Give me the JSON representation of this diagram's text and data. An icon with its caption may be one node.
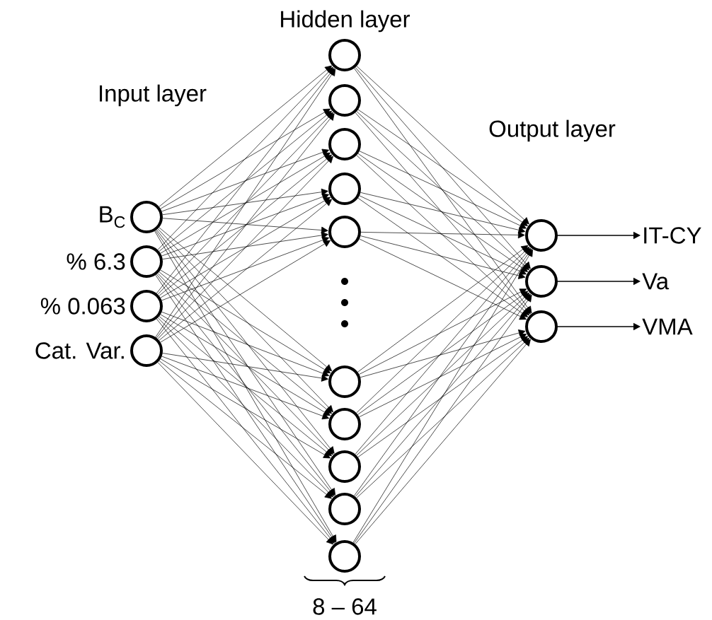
{
  "diagram": {
    "nodes": [
      {
        "text": [],
        "shape": "circle",
        "beside": [
          "B$_{C}$"
        ]
      },
      {
        "text": [],
        "shape": "circle",
        "beside": [
          "% 6.3"
        ]
      },
      {
        "text": [],
        "shape": "circle",
        "beside": [
          "% 0.063"
        ]
      },
      {
        "text": [],
        "shape": "circle",
        "beside": [
          "Cat. Var."
        ]
      },
      {
        "text": [],
        "shape": "circle"
      },
      {
        "text": [],
        "shape": "circle"
      },
      {
        "text": [],
        "shape": "circle"
      },
      {
        "text": [],
        "shape": "circle"
      },
      {
        "text": [],
        "shape": "circle"
      },
      {
        "text": [],
        "shape": "circle"
      },
      {
        "text": [],
        "shape": "circle"
      },
      {
        "text": [],
        "shape": "circle"
      },
      {
        "text": [],
        "shape": "circle"
      },
      {
        "text": [],
        "shape": "circle"
      },
      {
        "text": [],
        "shape": "circle"
      },
      {
        "text": [],
        "shape": "circle"
      },
      {
        "text": [],
        "shape": "circle"
      },
      {
        "text": [
          "IT-CY"
        ]
      },
      {
        "text": [
          "Va"
        ]
      },
      {
        "text": [
          "VMA"
        ]
      }
    ],
    "edges": [
      {
        "from": 0,
        "to": 4,
        "arrow": "to"
      },
      {
        "from": 0,
        "to": 5,
        "arrow": "to"
      },
      {
        "from": 0,
        "to": 6,
        "arrow": "to"
      },
      {
        "from": 0,
        "to": 7,
        "arrow": "to"
      },
      {
        "from": 0,
        "to": 8,
        "arrow": "to"
      },
      {
        "from": 0,
        "to": 9,
        "arrow": "to"
      },
      {
        "from": 0,
        "to": 10,
        "arrow": "to"
      },
      {
        "from": 0,
        "to": 11,
        "arrow": "to"
      },
      {
        "from": 0,
        "to": 12,
        "arrow": "to"
      },
      {
        "from": 0,
        "to": 13,
        "arrow": "to"
      },
      {
        "from": 1,
        "to": 4,
        "arrow": "to"
      },
      {
        "from": 1,
        "to": 5,
        "arrow": "to"
      },
      {
        "from": 1,
        "to": 6,
        "arrow": "to"
      },
      {
        "from": 1,
        "to": 7,
        "arrow": "to"
      },
      {
        "from": 1,
        "to": 8,
        "arrow": "to"
      },
      {
        "from": 1,
        "to": 9,
        "arrow": "to"
      },
      {
        "from": 1,
        "to": 10,
        "arrow": "to"
      },
      {
        "from": 1,
        "to": 11,
        "arrow": "to"
      },
      {
        "from": 1,
        "to": 12,
        "arrow": "to"
      },
      {
        "from": 1,
        "to": 13,
        "arrow": "to"
      },
      {
        "from": 2,
        "to": 4,
        "arrow": "to"
      },
      {
        "from": 2,
        "to": 5,
        "arrow": "to"
      },
      {
        "from": 2,
        "to": 6,
        "arrow": "to"
      },
      {
        "from": 2,
        "to": 7,
        "arrow": "to"
      },
      {
        "from": 2,
        "to": 8,
        "arrow": "to"
      },
      {
        "from": 2,
        "to": 9,
        "arrow": "to"
      },
      {
        "from": 2,
        "to": 10,
        "arrow": "to"
      },
      {
        "from": 2,
        "to": 11,
        "arrow": "to"
      },
      {
        "from": 2,
        "to": 12,
        "arrow": "to"
      },
      {
        "from": 2,
        "to": 13,
        "arrow": "to"
      },
      {
        "from": 3,
        "to": 4,
        "arrow": "to"
      },
      {
        "from": 3,
        "to": 5,
        "arrow": "to"
      },
      {
        "from": 3,
        "to": 6,
        "arrow": "to"
      },
      {
        "from": 3,
        "to": 7,
        "arrow": "to"
      },
      {
        "from": 3,
        "to": 8,
        "arrow": "to"
      },
      {
        "from": 3,
        "to": 9,
        "arrow": "to"
      },
      {
        "from": 3,
        "to": 10,
        "arrow": "to"
      },
      {
        "from": 3,
        "to": 11,
        "arrow": "to"
      },
      {
        "from": 3,
        "to": 12,
        "arrow": "to"
      },
      {
        "from": 3,
        "to": 13,
        "arrow": "to"
      },
      {
        "from": 4,
        "to": 14,
        "arrow": "to"
      },
      {
        "from": 4,
        "to": 15,
        "arrow": "to"
      },
      {
        "from": 4,
        "to": 16,
        "arrow": "to"
      },
      {
        "from": 5,
        "to": 14,
        "arrow": "to"
      },
      {
        "from": 5,
        "to": 15,
        "arrow": "to"
      },
      {
        "from": 5,
        "to": 16,
        "arrow": "to"
      },
      {
        "from": 6,
        "to": 14,
        "arrow": "to"
      },
      {
        "from": 6,
        "to": 15,
        "arrow": "to"
      },
      {
        "from": 6,
        "to": 16,
        "arrow": "to"
      },
      {
        "from": 7,
        "to": 14,
        "arrow": "to"
      },
      {
        "from": 7,
        "to": 15,
        "arrow": "to"
      },
      {
        "from": 7,
        "to": 16,
        "arrow": "to"
      },
      {
        "from": 8,
        "to": 14,
        "arrow": "to"
      },
      {
        "from": 8,
        "to": 15,
        "arrow": "to"
      },
      {
        "from": 8,
        "to": 16,
        "arrow": "to"
      },
      {
        "from": 9,
        "to": 14,
        "arrow": "to"
      },
      {
        "from": 9,
        "to": 15,
        "arrow": "to"
      },
      {
        "from": 9,
        "to": 16,
        "arrow": "to"
      },
      {
        "from": 10,
        "to": 14,
        "arrow": "to"
      },
      {
        "from": 10,
        "to": 15,
        "arrow": "to"
      },
      {
        "from": 10,
        "to": 16,
        "arrow": "to"
      },
      {
        "from": 11,
        "to": 14,
        "arrow": "to"
      },
      {
        "from": 11,
        "to": 15,
        "arrow": "to"
      },
      {
        "from": 11,
        "to": 16,
        "arrow": "to"
      },
      {
        "from": 12,
        "to": 14,
        "arrow": "to"
      },
      {
        "from": 12,
        "to": 15,
        "arrow": "to"
      },
      {
        "from": 12,
        "to": 16,
        "arrow": "to"
      },
      {
        "from": 13,
        "to": 14,
        "arrow": "to"
      },
      {
        "from": 13,
        "to": 15,
        "arrow": "to"
      },
      {
        "from": 13,
        "to": 16,
        "arrow": "to"
      },
      {
        "from": 14,
        "to": 17,
        "arrow": "to"
      },
      {
        "from": 15,
        "to": 18,
        "arrow": "to"
      },
      {
        "from": 16,
        "to": 19,
        "arrow": "to"
      }
    ],
    "labels": [
      "Hidden layer",
      "Input layer",
      "Output layer",
      "8 – 64"
    ]
  }
}
